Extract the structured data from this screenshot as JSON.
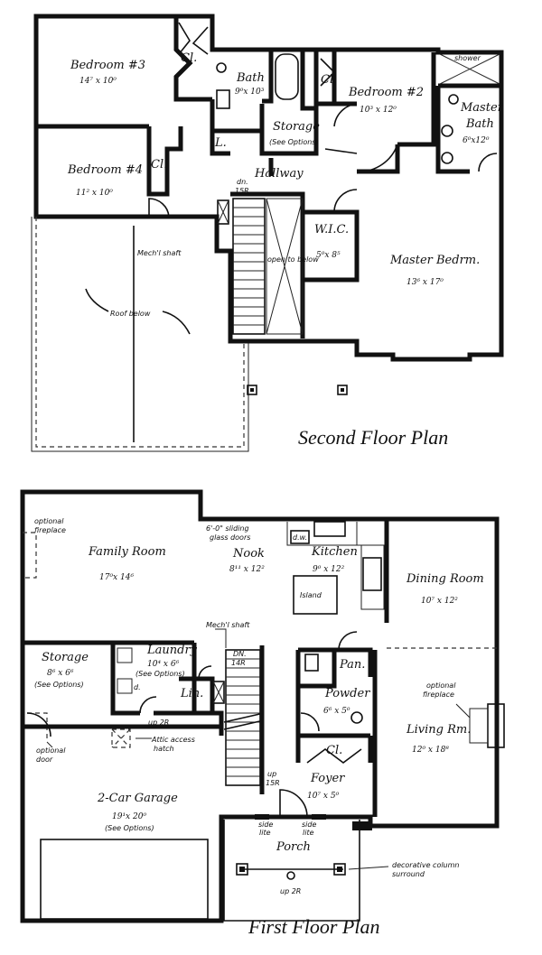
{
  "titles": {
    "second": "Second Floor Plan",
    "first": "First Floor Plan"
  },
  "second_floor": {
    "bedroom3": {
      "name": "Bedroom #3",
      "dims": "14⁷ x 10⁰"
    },
    "bedroom4": {
      "name": "Bedroom #4",
      "dims": "11² x 10⁰"
    },
    "bedroom2": {
      "name": "Bedroom #2",
      "dims": "10³ x 12⁰"
    },
    "bath": {
      "name": "Bath",
      "dims": "9⁰x 10³"
    },
    "master_bath": {
      "name": "Master",
      "name2": "Bath",
      "dims": "6⁰x12⁰"
    },
    "master_bedrm": {
      "name": "Master Bedrm.",
      "dims": "13⁶ x 17⁰"
    },
    "wic": {
      "name": "W.I.C.",
      "dims": "5⁰x 8⁵"
    },
    "storage": {
      "name": "Storage",
      "note": "(See Options)"
    },
    "closet_labels": {
      "b3": "Cl.",
      "b4": "Cl.",
      "bath": "Cl.",
      "linen": "L."
    },
    "hallway": "Hallway",
    "shower": "shower",
    "stair_dn": "dn.",
    "stair_risers": "15R",
    "open_below": "open to below",
    "mech_shaft": "Mech'l shaft",
    "roof_below": "Roof below"
  },
  "first_floor": {
    "family_room": {
      "name": "Family Room",
      "dims": "17⁰x 14⁶"
    },
    "nook": {
      "name": "Nook",
      "dims": "8¹¹ x 12²"
    },
    "kitchen": {
      "name": "Kitchen",
      "dims": "9⁰ x 12²"
    },
    "island": "Island",
    "dining_room": {
      "name": "Dining Room",
      "dims": "10⁷ x 12²"
    },
    "storage": {
      "name": "Storage",
      "dims": "8⁶ x 6⁶",
      "note": "(See Options)"
    },
    "laundry": {
      "name": "Laundry",
      "dims": "10⁴ x 6⁶",
      "note": "(See Options)"
    },
    "linen": "Lin.",
    "powder": {
      "name": "Powder",
      "dims": "6⁶ x 5⁰"
    },
    "pantry": "Pan.",
    "closet": "Cl.",
    "living_room": {
      "name": "Living Rm.",
      "dims": "12⁰ x 18⁸"
    },
    "foyer": {
      "name": "Foyer",
      "dims": "10⁷ x 5⁰"
    },
    "garage": {
      "name": "2-Car Garage",
      "dims": "19¹x 20⁰",
      "note": "(See Options)"
    },
    "porch": "Porch",
    "sliding_doors": "6'-0\" sliding",
    "sliding_doors2": "glass doors",
    "optional_fireplace_fr": "optional",
    "optional_fireplace_fr2": "fireplace",
    "optional_fireplace_lr": "optional",
    "optional_fireplace_lr2": "fireplace",
    "optional_door": "optional",
    "optional_door2": "door",
    "attic_access": "Attic access",
    "attic_access2": "hatch",
    "mech_shaft": "Mech'l shaft",
    "dn": "DN.",
    "dn_risers": "14R",
    "up": "up",
    "up_risers": "15R",
    "up2r_laundry": "up 2R",
    "up2r_porch": "up 2R",
    "side_lite_left": "side",
    "side_lite_left2": "lite",
    "side_lite_right": "side",
    "side_lite_right2": "lite",
    "decorative_column": "decorative column",
    "decorative_column2": "surround",
    "dw": "d.w.",
    "dryer": "d."
  }
}
